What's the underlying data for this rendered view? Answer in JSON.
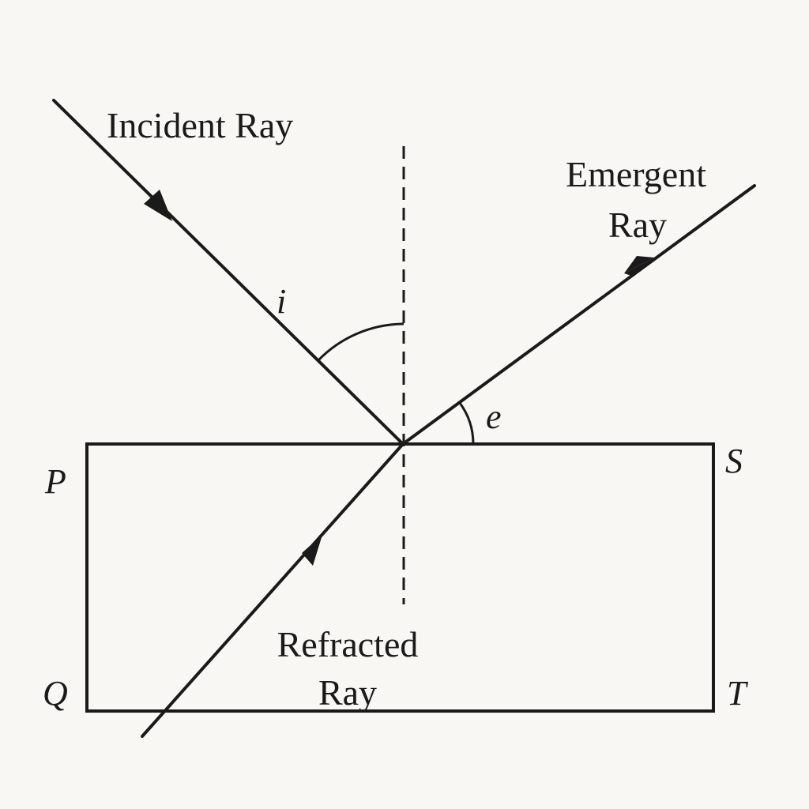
{
  "diagram": {
    "title_labels": {
      "incident": "Incident Ray",
      "emergent_line1": "Emergent",
      "emergent_line2": "Ray",
      "refracted_line1": "Refracted",
      "refracted_line2": "Ray"
    },
    "angle_labels": {
      "incidence": "i",
      "emergence": "e"
    },
    "corner_labels": {
      "top_left": "P",
      "top_right": "S",
      "bottom_left": "Q",
      "bottom_right": "T"
    },
    "colors": {
      "background": "#f8f7f3",
      "ink": "#1a1a1a"
    }
  }
}
